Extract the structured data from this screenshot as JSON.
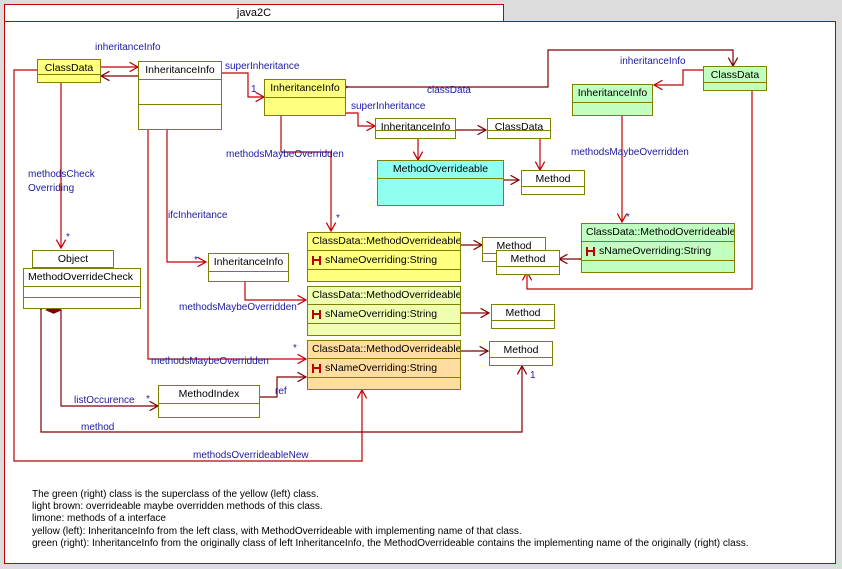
{
  "package": {
    "name": "java2C"
  },
  "classes": {
    "classdata_left": {
      "name": "ClassData",
      "color": "#ffff80"
    },
    "inheritanceinfo_main": {
      "name": "InheritanceInfo"
    },
    "inheritanceinfo_yellow": {
      "name": "InheritanceInfo",
      "color": "#ffff80"
    },
    "inheritanceinfo_mid": {
      "name": "InheritanceInfo"
    },
    "classdata_mid": {
      "name": "ClassData"
    },
    "methodoverrideable": {
      "name": "MethodOverrideable",
      "color": "#90fff0"
    },
    "method_top": {
      "name": "Method"
    },
    "classdata_green": {
      "name": "ClassData",
      "color": "#c0ffc0"
    },
    "inheritanceinfo_green": {
      "name": "InheritanceInfo",
      "color": "#c0ffc0"
    },
    "object_stereotype": {
      "name": "Object"
    },
    "methodoverridecheck": {
      "name": "MethodOverrideCheck"
    },
    "inheritanceinfo_ifc": {
      "name": "InheritanceInfo"
    },
    "mo_yellow": {
      "name": "ClassData::MethodOverrideable",
      "attribute": "sNameOverriding:String",
      "color": "#ffff80"
    },
    "mo_lime": {
      "name": "ClassData::MethodOverrideable",
      "attribute": "sNameOverriding:String",
      "color": "#eeffb0"
    },
    "mo_brown": {
      "name": "ClassData::MethodOverrideable",
      "attribute": "sNameOverriding:String",
      "color": "#ffdca0"
    },
    "mo_green": {
      "name": "ClassData::MethodOverrideable",
      "attribute": "sNameOverriding:String",
      "color": "#c0ffc0"
    },
    "method_back": {
      "name": "Method"
    },
    "method_front": {
      "name": "Method"
    },
    "method_lime": {
      "name": "Method"
    },
    "method_brown": {
      "name": "Method"
    },
    "methodindex": {
      "name": "MethodIndex"
    }
  },
  "labels": {
    "inheritanceInfo_left": "inheritanceInfo",
    "superInheritance_1": "superInheritance",
    "superInheritance_2": "superInheritance",
    "classData": "classData",
    "inheritanceInfo_right": "inheritanceInfo",
    "methodsMaybeOverridden_1": "methodsMaybeOverridden",
    "methodsMaybeOverridden_2": "methodsMaybeOverridden",
    "methodsMaybeOverridden_3": "methodsMaybeOverridden",
    "methodsMaybeOverridden_4": "methodsMaybeOverridden",
    "methodsCheck": "methodsCheck",
    "overriding": "Overriding",
    "ifcInheritance": "ifcInheritance",
    "listOccurence": "listOccurence",
    "ref": "ref",
    "method": "method",
    "methodsOverrideableNew": "methodsOverrideableNew",
    "mult_1": "1",
    "mult_star": "*",
    "mult_1b": "1"
  },
  "notes": [
    "The green (right) class is the superclass of the yellow (left) class.",
    "light brown: overrideable maybe overridden methods of this class.",
    "limone: methods of a interface",
    "yellow (left): InheritanceInfo from the left class, with MethodOverrideable with implementing name of that class.",
    "green (right): InheritanceInfo from the originally class of left InheritanceInfo, the MethodOverrideable contains the implementing name of the originally (right) class."
  ],
  "colors": {
    "line": "#c00000",
    "dark_line": "#800000",
    "border": "#808000",
    "label": "#1a1aa0"
  }
}
